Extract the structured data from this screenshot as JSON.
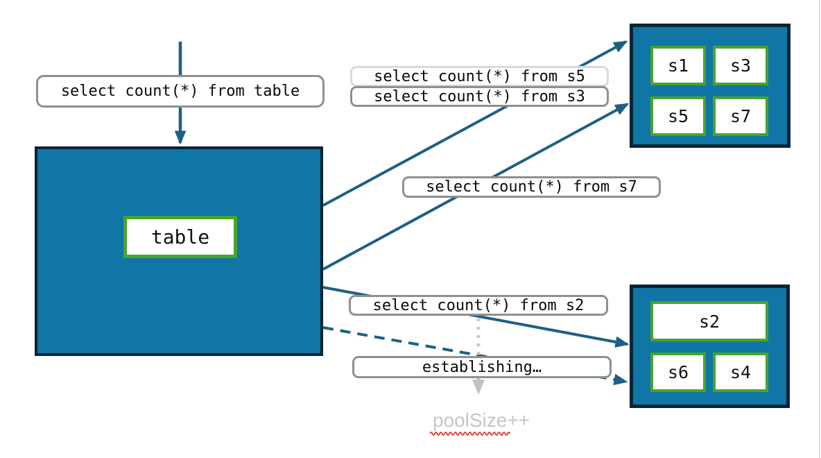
{
  "diagram": {
    "title_hint": "sharded query fan-out diagram",
    "colors": {
      "box_fill": "#0f76a5",
      "box_border": "#0b2435",
      "shard_border_green": "#4aa32b",
      "arrow_teal": "#1e6085",
      "label_border_gray": "#8f8f8f",
      "label_border_light": "#d9d9d9",
      "muted_gray": "#c6c6c6",
      "spellcheck_red": "#e0392d"
    },
    "main_table": {
      "label": "table"
    },
    "queries": {
      "from_table": "select count(*) from table",
      "from_s5": "select count(*) from s5",
      "from_s3": "select count(*) from s3",
      "from_s7": "select count(*) from s7",
      "from_s2": "select count(*) from s2",
      "establishing": "establishing…",
      "pool_size": "poolSize++"
    },
    "shards_top": {
      "items": [
        {
          "label": "s1"
        },
        {
          "label": "s3"
        },
        {
          "label": "s5"
        },
        {
          "label": "s7"
        }
      ]
    },
    "shards_bottom": {
      "items": [
        {
          "label": "s2"
        },
        {
          "label": "s6"
        },
        {
          "label": "s4"
        }
      ]
    }
  }
}
